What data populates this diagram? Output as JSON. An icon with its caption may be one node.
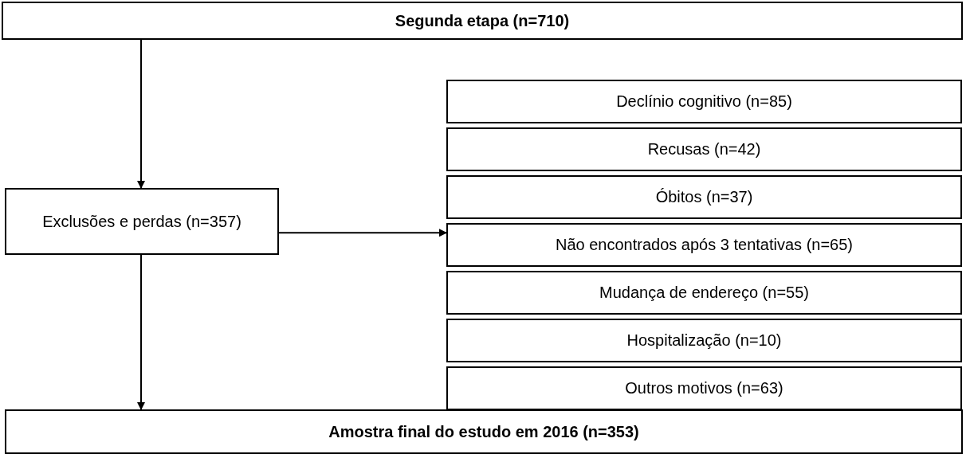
{
  "diagram": {
    "nodes": [
      {
        "text": [
          "Segunda etapa (n=710)"
        ]
      },
      {
        "text": [
          "Exclusões e perdas (n=357)"
        ]
      },
      {
        "text": [
          "Declínio cognitivo (n=85)"
        ]
      },
      {
        "text": [
          "Recusas (n=42)"
        ]
      },
      {
        "text": [
          "Óbitos (n=37)"
        ]
      },
      {
        "text": [
          "Não encontrados após 3 tentativas (n=65)"
        ]
      },
      {
        "text": [
          "Mudança de endereço (n=55)"
        ]
      },
      {
        "text": [
          "Hospitalização (n=10)"
        ]
      },
      {
        "text": [
          "Outros motivos (n=63)"
        ]
      },
      {
        "text": [
          "Amostra final do estudo em 2016 (n=353)"
        ]
      }
    ],
    "edges": [
      {
        "from": 0,
        "to": 1,
        "arrow": "to"
      },
      {
        "from": 1,
        "to": 5,
        "arrow": "to"
      },
      {
        "from": 1,
        "to": 9,
        "arrow": "to"
      }
    ]
  }
}
